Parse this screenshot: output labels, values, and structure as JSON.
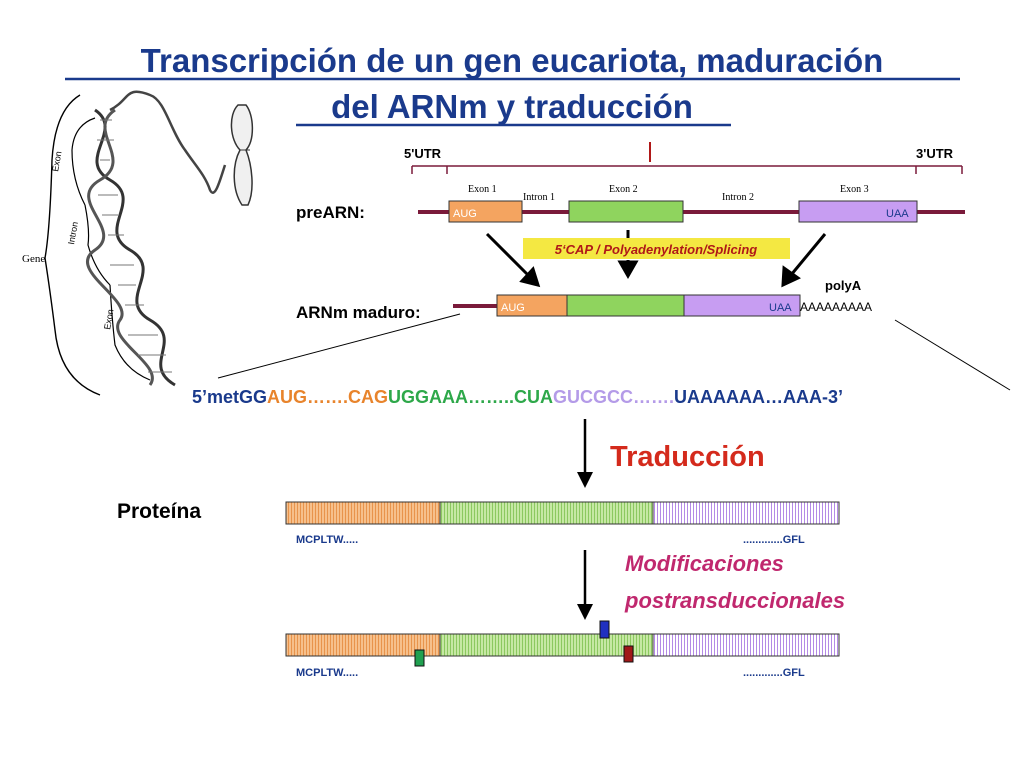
{
  "title": {
    "line1": "Transcripción de un gen eucariota, maduración",
    "line2": "del ARNm y traducción"
  },
  "illustration": {
    "labels": {
      "gene": "Gene",
      "exon_top": "Exon",
      "intron": "Intron",
      "exon_bottom": "Exon"
    }
  },
  "utr": {
    "five": "5'UTR",
    "three": "3'UTR"
  },
  "prearn": {
    "label": "preARN:",
    "segments": {
      "exon1": "Exon 1",
      "intron1": "Intron 1",
      "exon2": "Exon 2",
      "intron2": "Intron 2",
      "exon3": "Exon 3"
    },
    "aug": "AUG",
    "uaa": "UAA"
  },
  "processing_label": "5‘CAP / Polyadenylation/Splicing",
  "mature": {
    "label": "ARNm maduro:",
    "aug": "AUG",
    "uaa": "UAA",
    "polya_tail": "AAAAAAAAA",
    "polya_label": "polyA"
  },
  "sequence": [
    {
      "text": "5’metGG",
      "color": "#1a3a8c"
    },
    {
      "text": "AUG…….CAG",
      "color": "#e8842c"
    },
    {
      "text": "UGGAAA……..CUA",
      "color": "#2ea84a"
    },
    {
      "text": "GUCGCC…….",
      "color": "#b49be8"
    },
    {
      "text": "UAA",
      "color": "#1a3a8c"
    },
    {
      "text": "AAAA…AAA-3’",
      "color": "#1a3a8c"
    }
  ],
  "translation_label": "Traducción",
  "protein": {
    "label": "Proteína",
    "n_term": "MCPLTW.....",
    "c_term": ".............GFL"
  },
  "modifications": {
    "line1": "Modificaciones",
    "line2": "postransduccionales"
  },
  "modified_protein": {
    "n_term": "MCPLTW.....",
    "c_term": ".............GFL"
  },
  "colors": {
    "title": "#1a3a8c",
    "exon1": "#f4a460",
    "exon2": "#8fd45e",
    "exon3": "#c79df2",
    "intron": "#7a1a3a",
    "translation": "#d42a1c",
    "modifications": "#c0286e",
    "yellow_label": "#f4e842",
    "mod_blue": "#2030c0",
    "mod_green": "#20a050",
    "mod_red": "#a01818"
  }
}
